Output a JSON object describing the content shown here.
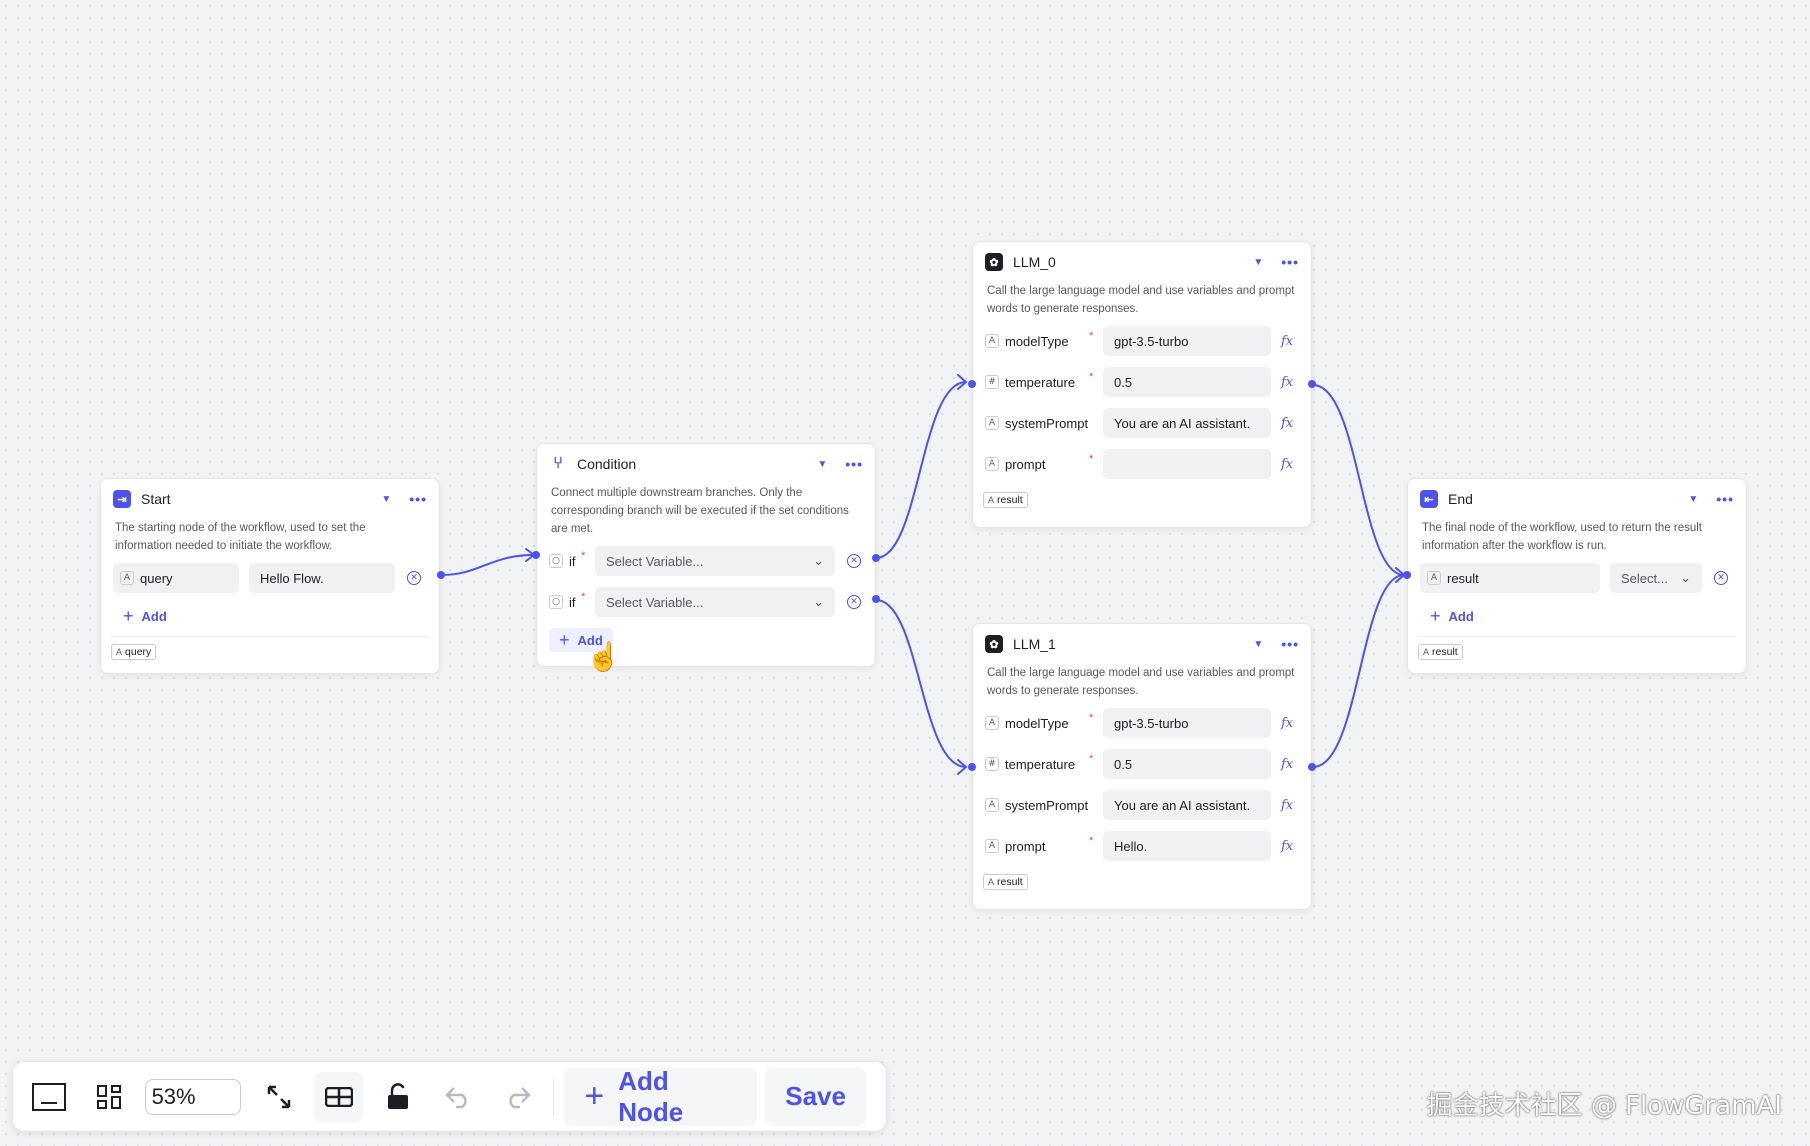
{
  "colors": {
    "accent": "#4d53e8",
    "edge": "#4d53e8",
    "canvas": "#f2f3f5"
  },
  "start": {
    "title": "Start",
    "desc": "The starting node of the workflow, used to set the information needed to initiate the workflow.",
    "var_key": "query",
    "var_value": "Hello Flow.",
    "add_label": "Add",
    "output": "query"
  },
  "condition": {
    "title": "Condition",
    "desc": "Connect multiple downstream branches. Only the corresponding branch will be executed if the set conditions are met.",
    "rows": [
      {
        "label": "if",
        "placeholder": "Select Variable..."
      },
      {
        "label": "if",
        "placeholder": "Select Variable..."
      }
    ],
    "add_label": "Add"
  },
  "llm0": {
    "title": "LLM_0",
    "desc": "Call the large language model and use variables and prompt words to generate responses.",
    "fields": [
      {
        "key": "modelType",
        "value": "gpt-3.5-turbo",
        "required": true
      },
      {
        "key": "temperature",
        "value": "0.5",
        "required": true
      },
      {
        "key": "systemPrompt",
        "value": "You are an AI assistant.",
        "required": false
      },
      {
        "key": "prompt",
        "value": "",
        "required": true
      }
    ],
    "output": "result"
  },
  "llm1": {
    "title": "LLM_1",
    "desc": "Call the large language model and use variables and prompt words to generate responses.",
    "fields": [
      {
        "key": "modelType",
        "value": "gpt-3.5-turbo",
        "required": true
      },
      {
        "key": "temperature",
        "value": "0.5",
        "required": true
      },
      {
        "key": "systemPrompt",
        "value": "You are an AI assistant.",
        "required": false
      },
      {
        "key": "prompt",
        "value": "Hello.",
        "required": true
      }
    ],
    "output": "result"
  },
  "end": {
    "title": "End",
    "desc": "The final node of the workflow, used to return the result information after the workflow is run.",
    "var_key": "result",
    "var_placeholder": "Select...",
    "add_label": "Add",
    "output": "result"
  },
  "toolbar": {
    "zoom": "53%",
    "add_node_label": "Add Node",
    "save_label": "Save"
  },
  "watermark": "掘金技术社区 @ FlowGramAI"
}
